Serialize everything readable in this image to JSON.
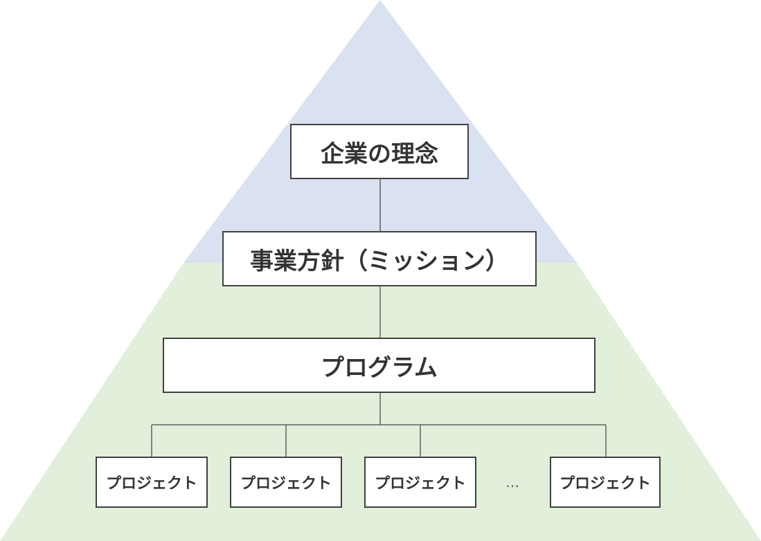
{
  "colors": {
    "apex_band": "#dae1f1",
    "base_band": "#e2efda",
    "box_border": "#404040",
    "connector": "#606060",
    "text": "#333333"
  },
  "levels": {
    "philosophy": "企業の理念",
    "mission": "事業方針（ミッション）",
    "program": "プログラム"
  },
  "projects": [
    "プロジェクト",
    "プロジェクト",
    "プロジェクト",
    "プロジェクト"
  ],
  "ellipsis": "…"
}
